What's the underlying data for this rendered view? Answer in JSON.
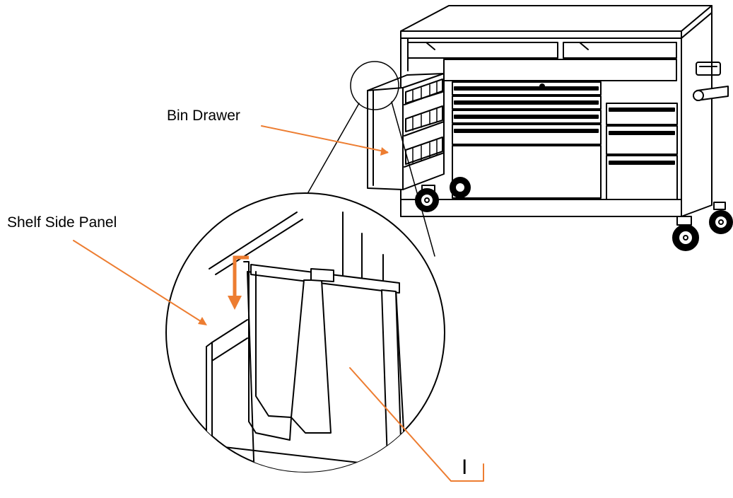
{
  "labels": {
    "bin_drawer": "Bin Drawer",
    "shelf_side_panel": "Shelf Side Panel",
    "part_id": "I"
  },
  "colors": {
    "callout": "#ED7D31",
    "line": "#000000",
    "background": "#FFFFFF"
  }
}
